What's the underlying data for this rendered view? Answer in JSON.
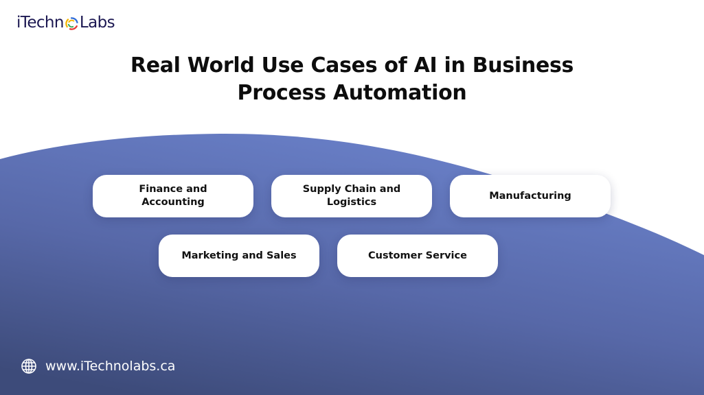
{
  "brand": {
    "logo_prefix": "iTechn",
    "logo_suffix": "Labs",
    "logo_color": "#1c1852"
  },
  "title": {
    "line1": "Real World Use Cases of AI in Business",
    "line2": "Process Automation"
  },
  "use_cases": [
    {
      "label": "Finance and Accounting"
    },
    {
      "label": "Supply Chain and Logistics"
    },
    {
      "label": "Manufacturing"
    },
    {
      "label": "Marketing and Sales"
    },
    {
      "label": "Customer Service"
    }
  ],
  "footer": {
    "icon": "globe-icon",
    "website": "www.iTechnolabs.ca"
  },
  "colors": {
    "blob_top": "#6a80c8",
    "blob_bottom": "#3f4e7e",
    "card_bg": "#ffffff",
    "title_text": "#0d0d0d"
  }
}
